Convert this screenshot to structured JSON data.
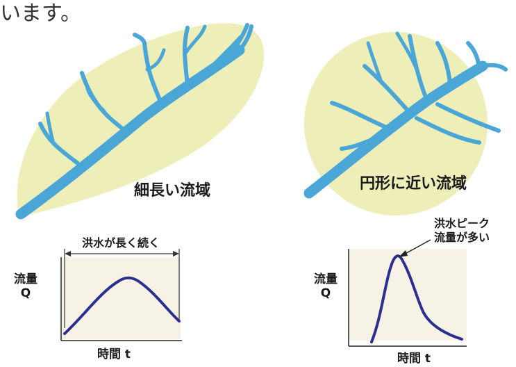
{
  "top_text": "います。",
  "colors": {
    "basin_fill": "#eeeeb8",
    "river": "#4aa6d6",
    "graph_bg": "#f6f3e6",
    "curve": "#2b2f8f"
  },
  "left": {
    "basin_label": "細長い流域",
    "duration_label": "洪水が長く続く",
    "y_label_1": "流量",
    "y_label_2": "Q",
    "x_label": "時間 t"
  },
  "right": {
    "basin_label": "円形に近い流域",
    "peak_label_1": "洪水ピーク",
    "peak_label_2": "流量が多い",
    "y_label_1": "流量",
    "y_label_2": "Q",
    "x_label": "時間 t"
  }
}
